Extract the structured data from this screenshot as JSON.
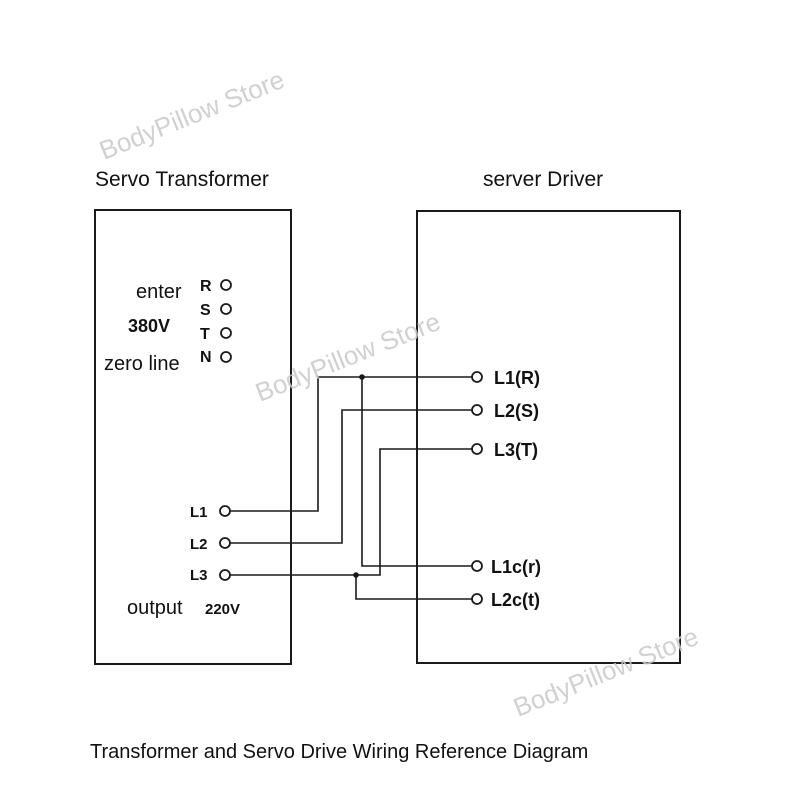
{
  "colors": {
    "line": "#1a1a1a",
    "text": "#111111",
    "watermark": "#c9c9c9",
    "background": "#ffffff"
  },
  "transformer": {
    "title": "Servo Transformer",
    "enter_label": "enter",
    "voltage_in": "380V",
    "zero_line_label": "zero line",
    "input_terminals": [
      "R",
      "S",
      "T",
      "N"
    ],
    "output_terminals": [
      "L1",
      "L2",
      "L3"
    ],
    "output_label": "output",
    "voltage_out": "220V"
  },
  "driver": {
    "title": "server Driver",
    "terminals": [
      "L1(R)",
      "L2(S)",
      "L3(T)",
      "L1c(r)",
      "L2c(t)"
    ]
  },
  "caption": "Transformer and Servo Drive Wiring Reference Diagram",
  "watermark": "BodyPillow Store"
}
